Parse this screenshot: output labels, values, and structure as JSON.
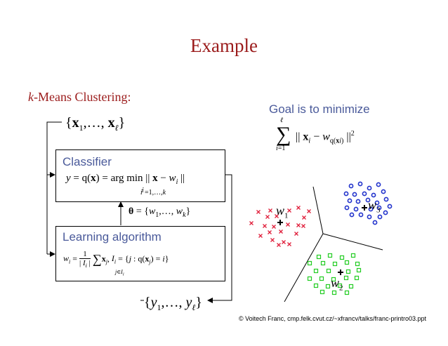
{
  "title": "Example",
  "subtitle": {
    "k": "k",
    "rest": "-Means Clustering:"
  },
  "goal": "Goal is to minimize",
  "classifier_label": "Classifier",
  "learning_label": "Learning algorithm",
  "credit": "© Voitech Franc, cmp.felk.cvut.cz/~xfrancv/talks/franc-printro03.ppt",
  "cluster_labels": [
    "w1",
    "w3",
    "w2"
  ],
  "colors": {
    "title": "#9b1b1b",
    "label": "#4a5a9a",
    "cluster1": "#e0203c",
    "cluster2": "#22cc22",
    "cluster3": "#2233cc"
  }
}
